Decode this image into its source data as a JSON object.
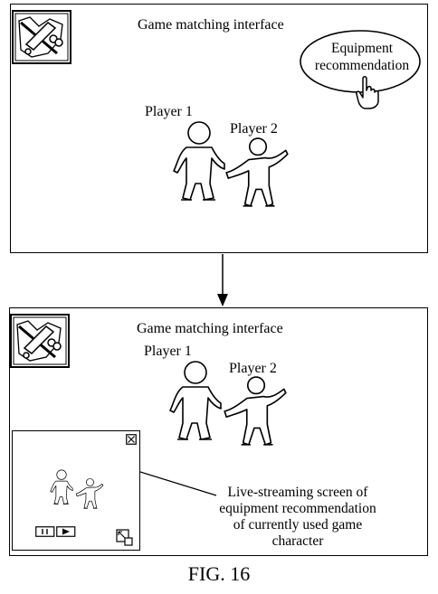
{
  "top_panel": {
    "title": "Game matching interface",
    "player1": "Player 1",
    "player2": "Player 2",
    "bubble_line1": "Equipment",
    "bubble_line2": "recommendation",
    "icons": [
      "game-logo-icon",
      "hand-pointer-icon"
    ]
  },
  "bottom_panel": {
    "title": "Game matching interface",
    "player1": "Player 1",
    "player2": "Player 2",
    "icons": [
      "game-logo-icon",
      "close-icon",
      "pause-icon",
      "play-icon",
      "resize-icon"
    ]
  },
  "live_caption": {
    "line1": "Live-streaming screen of",
    "line2": "equipment recommendation",
    "line3": "of currently used game",
    "line4": "character"
  },
  "figure_label": "FIG. 16"
}
